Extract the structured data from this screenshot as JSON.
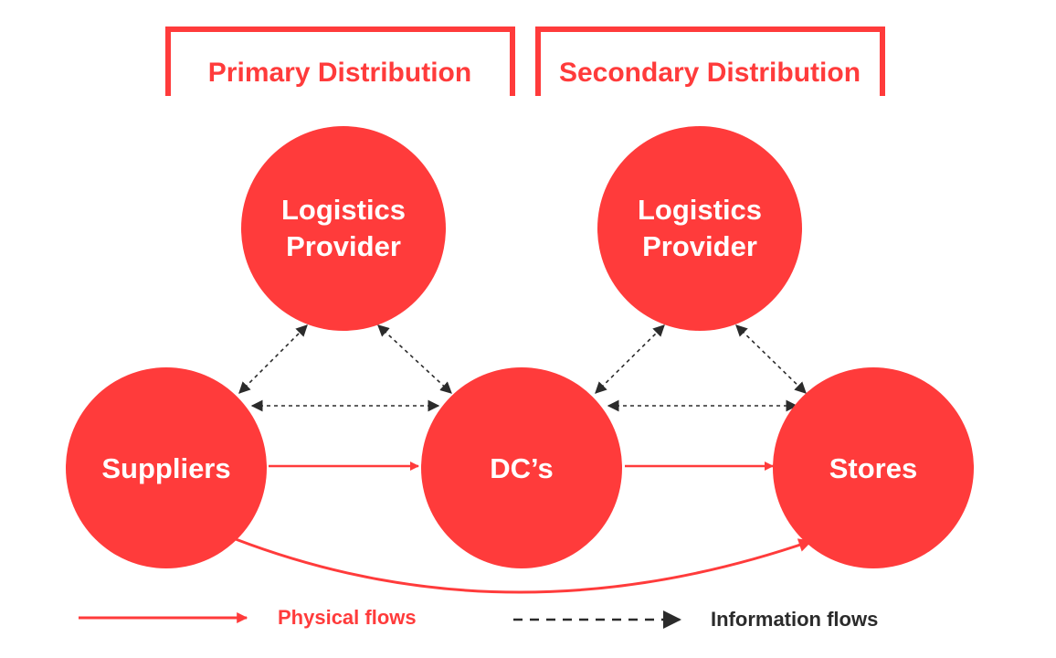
{
  "colors": {
    "primary": "#ff3b3b",
    "info": "#2b2b2b",
    "background": "#ffffff",
    "label": "#ffffff"
  },
  "sections": {
    "primary": "Primary Distribution",
    "secondary": "Secondary Distribution"
  },
  "nodes": {
    "lp1": {
      "line1": "Logistics",
      "line2": "Provider"
    },
    "lp2": {
      "line1": "Logistics",
      "line2": "Provider"
    },
    "suppliers": "Suppliers",
    "dcs": "DC’s",
    "stores": "Stores"
  },
  "legend": {
    "physical": "Physical flows",
    "information": "Information flows"
  }
}
